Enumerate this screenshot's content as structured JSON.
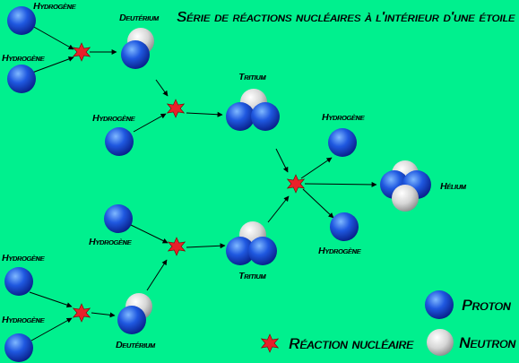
{
  "title": "Série de réactions nucléaires à l'intérieur d'une étoile",
  "labels": {
    "hydrogene": "Hydrogène",
    "deuterium": "Deutérium",
    "tritium": "Tritium",
    "helium": "Hélium"
  },
  "legend": {
    "proton": "Proton",
    "neutron": "Neutron",
    "reaction": "Réaction nucléaire"
  },
  "colors": {
    "background": "#00f08e",
    "proton": "#1a4fd8",
    "neutron": "#d8d8d8",
    "reaction": "#e8202a"
  }
}
